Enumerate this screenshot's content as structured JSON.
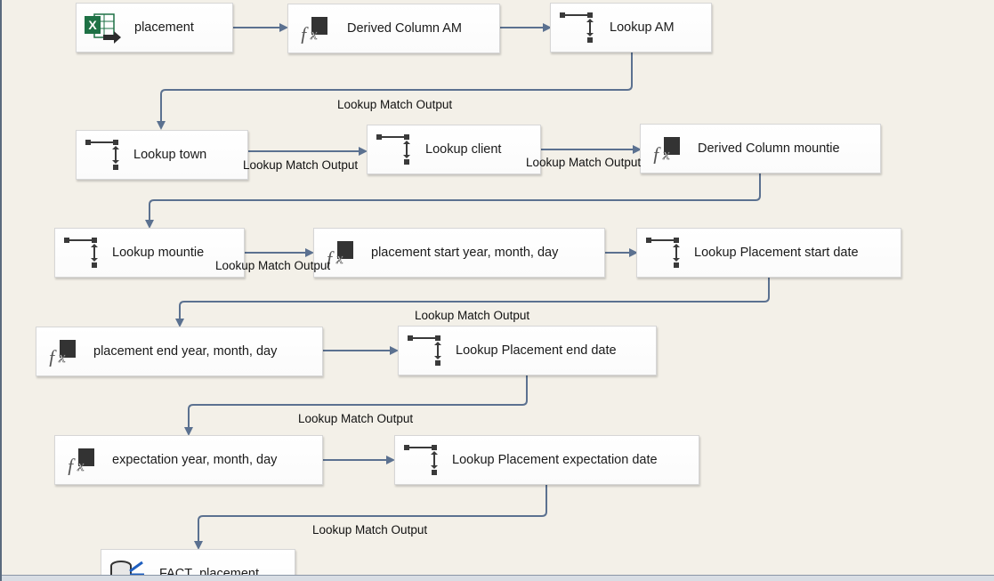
{
  "components": [
    {
      "id": "placement",
      "label": "placement",
      "icon": "excel-source-icon"
    },
    {
      "id": "derived-am",
      "label": "Derived Column AM",
      "icon": "derived-column-icon"
    },
    {
      "id": "lookup-am",
      "label": "Lookup AM",
      "icon": "lookup-icon"
    },
    {
      "id": "lookup-town",
      "label": "Lookup town",
      "icon": "lookup-icon"
    },
    {
      "id": "lookup-client",
      "label": "Lookup client",
      "icon": "lookup-icon"
    },
    {
      "id": "derived-mountie",
      "label": "Derived Column mountie",
      "icon": "derived-column-icon"
    },
    {
      "id": "lookup-mountie",
      "label": "Lookup mountie",
      "icon": "lookup-icon"
    },
    {
      "id": "placement-start",
      "label": "placement start year, month, day",
      "icon": "derived-column-icon"
    },
    {
      "id": "lookup-start-date",
      "label": "Lookup Placement start date",
      "icon": "lookup-icon"
    },
    {
      "id": "placement-end",
      "label": "placement end year, month, day",
      "icon": "derived-column-icon"
    },
    {
      "id": "lookup-end-date",
      "label": "Lookup Placement end date",
      "icon": "lookup-icon"
    },
    {
      "id": "expectation",
      "label": "expectation year, month, day",
      "icon": "derived-column-icon"
    },
    {
      "id": "lookup-expectation-date",
      "label": "Lookup Placement expectation date",
      "icon": "lookup-icon"
    },
    {
      "id": "fact-placement",
      "label": "FACT_placement",
      "icon": "ole-db-destination-icon"
    }
  ],
  "path_labels": [
    "Lookup Match Output",
    "Lookup Match Output",
    "Lookup Match Output",
    "Lookup Match Output",
    "Lookup Match Output",
    "Lookup Match Output",
    "Lookup Match Output"
  ],
  "colors": {
    "canvas": "#f3f0e8",
    "connector": "#5b7190",
    "icon_dark": "#3a3a3a",
    "excel_green": "#1e7145"
  }
}
